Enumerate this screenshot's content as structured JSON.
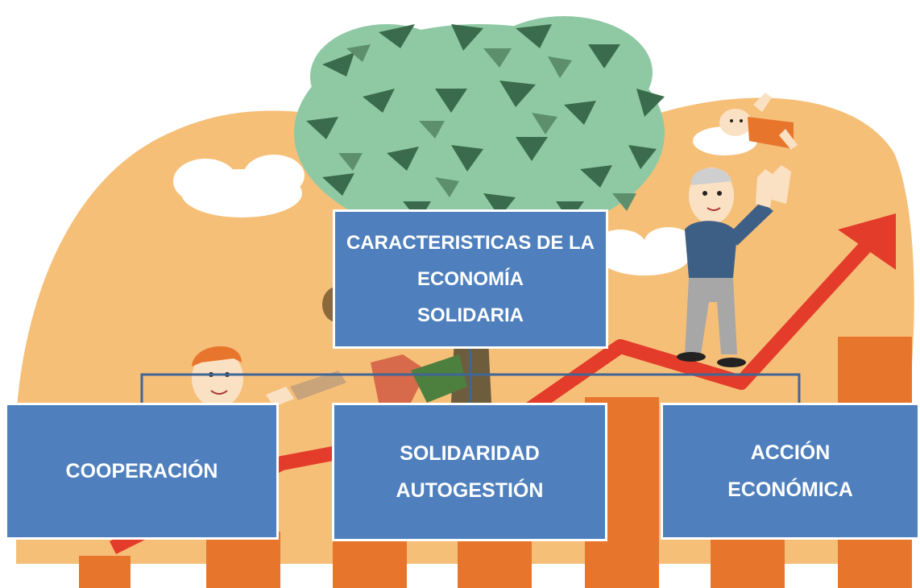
{
  "diagram": {
    "root": {
      "label_line1": "CARACTERISTICAS DE LA",
      "label_line2": "ECONOMÍA",
      "label_line3": "SOLIDARIA"
    },
    "children": [
      {
        "label_line1": "COOPERACIÓN"
      },
      {
        "label_line1": "SOLIDARIDAD",
        "label_line2": "AUTOGESTIÓN"
      },
      {
        "label_line1": "ACCIÓN",
        "label_line2": "ECONÓMICA"
      }
    ]
  },
  "colors": {
    "box_fill": "#4f80bd",
    "box_border": "#ffffff",
    "connector": "#3f6695",
    "background_blob": "#f6bf78",
    "bars": "#e8752c",
    "arrow": "#e43c2a",
    "foliage_light": "#8fc9a4",
    "foliage_dark": "#3a6b4c"
  }
}
